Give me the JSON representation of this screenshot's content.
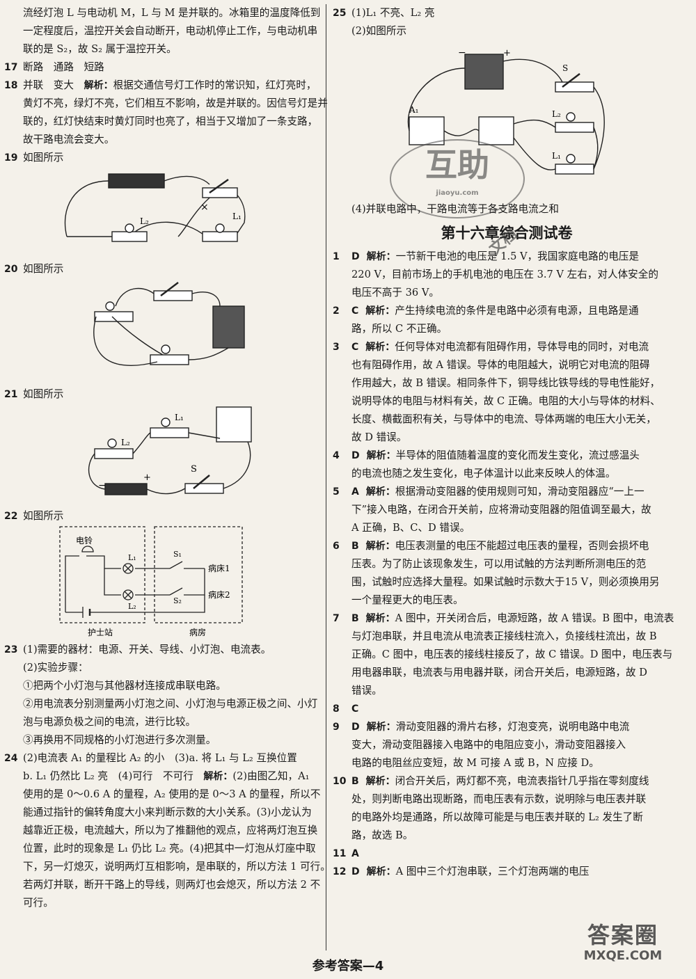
{
  "left": {
    "intro": [
      "流经灯泡 L 与电动机 M，L 与 M 是并联的。冰箱里的温度降低到",
      "一定程度后，温控开关会自动断开，电动机停止工作，与电动机串",
      "联的是 S₂，故 S₂ 属于温控开关。"
    ],
    "q17": {
      "num": "17",
      "text": "断路　通路　短路"
    },
    "q18": {
      "num": "18",
      "lead": "并联　变大　",
      "tag": "解析：",
      "lines": [
        "根据交通信号灯工作时的常识知，红灯亮时，",
        "黄灯不亮，绿灯不亮，它们相互不影响，故是并联的。因信号灯是并",
        "联的，红灯快结束时黄灯同时也亮了，相当于又增加了一条支路，",
        "故干路电流会变大。"
      ]
    },
    "q19": {
      "num": "19",
      "text": "如图所示",
      "labels": [
        "L₂",
        "L₁",
        "×"
      ]
    },
    "q20": {
      "num": "20",
      "text": "如图所示"
    },
    "q21": {
      "num": "21",
      "text": "如图所示",
      "labels": [
        "L₁",
        "L₂",
        "S",
        "−",
        "+"
      ]
    },
    "q22": {
      "num": "22",
      "text": "如图所示",
      "labels": {
        "bell": "电铃",
        "l1": "L₁",
        "l2": "L₂",
        "s1": "S₁",
        "s2": "S₂",
        "bed1": "病床1",
        "bed2": "病床2",
        "station": "护士站",
        "ward": "病房"
      }
    },
    "q23": {
      "num": "23",
      "lines": [
        "(1)需要的器材：电源、开关、导线、小灯泡、电流表。",
        "(2)实验步骤：",
        "①把两个小灯泡与其他器材连接成串联电路。",
        "②用电流表分别测量两小灯泡之间、小灯泡与电源正极之间、小灯",
        "泡与电源负极之间的电流，进行比较。",
        "③再换用不同规格的小灯泡进行多次测量。"
      ]
    },
    "q24": {
      "num": "24",
      "first_a": "(2)电流表 A₁ 的量程比 A₂ 的小　(3)a. 将 L₁ 与 L₂ 互换位置",
      "second_a": "b. L₁ 仍然比 L₂ 亮　(4)可行　不可行　",
      "tag": "解析：",
      "second_b": "(2)由图乙知，A₁",
      "lines": [
        "使用的是 0～0.6 A 的量程，A₂ 使用的是 0～3 A 的量程，所以不",
        "能通过指针的偏转角度大小来判断示数的大小关系。(3)小龙认为",
        "越靠近正极，电流越大，所以为了推翻他的观点，应将两灯泡互换",
        "位置，此时的现象是 L₁ 仍比 L₂ 亮。(4)把其中一灯泡从灯座中取",
        "下，另一灯熄灭，说明两灯互相影响，是串联的，所以方法 1 可行。",
        "若两灯并联，断开干路上的导线，则两灯也会熄灭，所以方法 2 不",
        "可行。"
      ]
    }
  },
  "right": {
    "q25": {
      "num": "25",
      "line1": "(1)L₁ 不亮、L₂ 亮",
      "line2": "(2)如图所示",
      "labels": [
        "−",
        "+",
        "S",
        "A₁",
        "L₂",
        "L₁"
      ],
      "line4": "(4)并联电路中，干路电流等于各支路电流之和"
    },
    "section_title": "第十六章综合测试卷",
    "items": [
      {
        "num": "1",
        "ans": "D",
        "tag": "解析：",
        "first": "一节新干电池的电压是 1.5 V，我国家庭电路的电压是",
        "lines": [
          "220 V，目前市场上的手机电池的电压在 3.7 V 左右，对人体安全的",
          "电压不高于 36 V。"
        ]
      },
      {
        "num": "2",
        "ans": "C",
        "tag": "解析：",
        "first": "产生持续电流的条件是电路中必须有电源，且电路是通",
        "lines": [
          "路，所以 C 不正确。"
        ]
      },
      {
        "num": "3",
        "ans": "C",
        "tag": "解析：",
        "first": "任何导体对电流都有阻碍作用，导体导电的同时，对电流",
        "lines": [
          "也有阻碍作用，故 A 错误。导体的电阻越大，说明它对电流的阻碍",
          "作用越大，故 B 错误。相同条件下，铜导线比铁导线的导电性能好，",
          "说明导体的电阻与材料有关，故 C 正确。电阻的大小与导体的材料、",
          "长度、横截面积有关，与导体中的电流、导体两端的电压大小无关，",
          "故 D 错误。"
        ]
      },
      {
        "num": "4",
        "ans": "D",
        "tag": "解析：",
        "first": "半导体的阻值随着温度的变化而发生变化，流过感温头",
        "lines": [
          "的电流也随之发生变化，电子体温计以此来反映人的体温。"
        ]
      },
      {
        "num": "5",
        "ans": "A",
        "tag": "解析：",
        "first": "根据滑动变阻器的使用规则可知，滑动变阻器应“一上一",
        "lines": [
          "下”接入电路，在闭合开关前，应将滑动变阻器的阻值调至最大，故",
          "A 正确，B、C、D 错误。"
        ]
      },
      {
        "num": "6",
        "ans": "B",
        "tag": "解析：",
        "first": "电压表测量的电压不能超过电压表的量程，否则会损坏电",
        "lines": [
          "压表。为了防止该现象发生，可以用试触的方法判断所测电压的范",
          "围，试触时应选择大量程。如果试触时示数大于15 V，则必须换用另",
          "一个量程更大的电压表。"
        ]
      },
      {
        "num": "7",
        "ans": "B",
        "tag": "解析：",
        "first": "A 图中，开关闭合后，电源短路，故 A 错误。B 图中，电流表",
        "lines": [
          "与灯泡串联，并且电流从电流表正接线柱流入，负接线柱流出，故 B",
          "正确。C 图中，电压表的接线柱接反了，故 C 错误。D 图中，电压表与",
          "用电器串联，电流表与用电器并联，闭合开关后，电源短路，故 D",
          "错误。"
        ]
      },
      {
        "num": "8",
        "ans": "C",
        "tag": "",
        "first": "",
        "lines": []
      },
      {
        "num": "9",
        "ans": "D",
        "tag": "解析：",
        "first": "滑动变阻器的滑片右移，灯泡变亮，说明电路中电流",
        "lines": [
          "变大，滑动变阻器接入电路中的电阻应变小，滑动变阻器接入",
          "电路的电阻丝应变短，故 M 可接 A 或 B，N 应接 D。"
        ]
      },
      {
        "num": "10",
        "ans": "B",
        "tag": "解析：",
        "first": "闭合开关后，两灯都不亮，电流表指针几乎指在零刻度线",
        "lines": [
          "处，则判断电路出现断路，而电压表有示数，说明除与电压表并联",
          "的电路外均是通路，所以故障可能是与电压表并联的 L₂ 发生了断",
          "路，故选 B。"
        ]
      },
      {
        "num": "11",
        "ans": "A",
        "tag": "",
        "first": "",
        "lines": []
      },
      {
        "num": "12",
        "ans": "D",
        "tag": "解析：",
        "first": "A 图中三个灯泡串联，三个灯泡两端的电压",
        "lines": []
      }
    ]
  },
  "footer": "参考答案—4",
  "watermark": {
    "stamp": "互助",
    "stamp_url": "jiaoyu.com",
    "corner": "答案圈",
    "corner_url": "MXQE.COM",
    "side": "文档"
  }
}
